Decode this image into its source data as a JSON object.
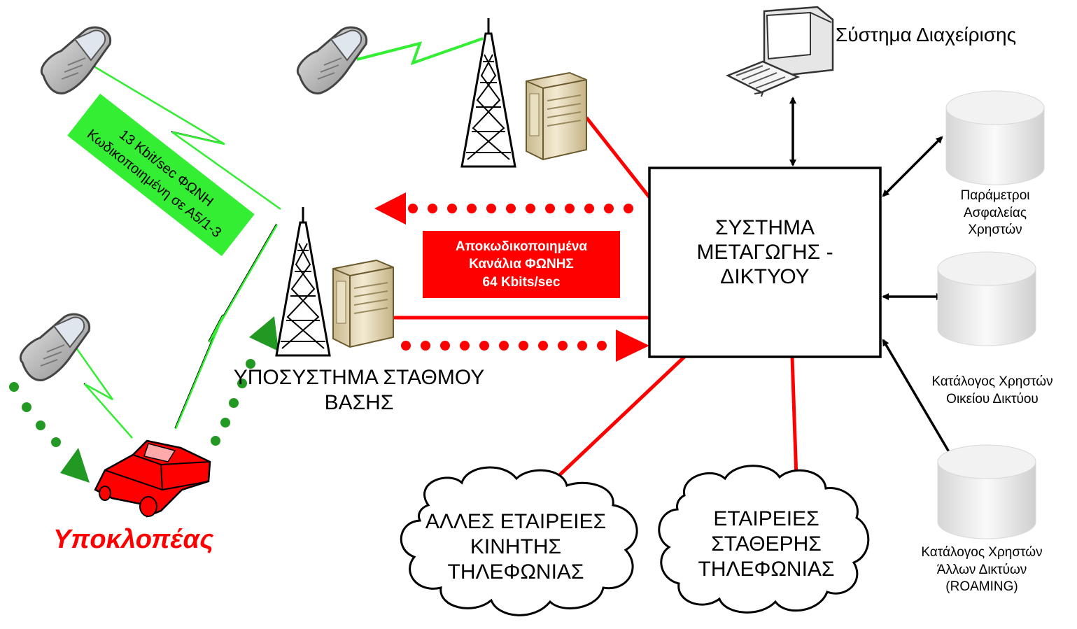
{
  "management_system": {
    "label": "Σύστημα Διαχείρισης"
  },
  "switching_system": {
    "line1": "ΣΥΣΤΗΜΑ",
    "line2": "ΜΕΤΑΓΩΓΗΣ -",
    "line3": "ΔΙΚΤΥΟΥ"
  },
  "base_station": {
    "line1": "ΥΠΟΣΥΣΤΗΜΑ ΣΤΑΘΜΟΥ",
    "line2": "ΒΑΣΗΣ"
  },
  "decoded_channels_box": {
    "line1": "Αποκωδικοποιημένα",
    "line2": "Κανάλια ΦΩΝΗΣ",
    "line3": "64 Kbits/sec",
    "color": "#ff0000"
  },
  "encrypted_voice_box": {
    "line1": "13 Kbit/sec ΦΩΝΗ",
    "line2": "Κωδικοποιημένη σε Α5/1-3",
    "color": "#33ee33"
  },
  "interceptor": {
    "label": "Υποκλοπέας",
    "color": "#ff0000"
  },
  "databases": [
    {
      "line1": "Παράμετροι",
      "line2": "Ασφαλείας",
      "line3": "Χρηστών"
    },
    {
      "line1": "Κατάλογος Χρηστών",
      "line2": "Οικείου Δικτύου",
      "line3": ""
    },
    {
      "line1": "Κατάλογος Χρηστών",
      "line2": "Άλλων Δικτύων",
      "line3": "(ROAMING)"
    }
  ],
  "clouds": [
    {
      "line1": "ΑΛΛΕΣ ΕΤΑΙΡΕΙΕΣ",
      "line2": "ΚΙΝΗΤΗΣ",
      "line3": "ΤΗΛΕΦΩΝΙΑΣ"
    },
    {
      "line1": "ΕΤΑΙΡΕΙΕΣ",
      "line2": "ΣΤΑΘΕΡΗΣ",
      "line3": "ΤΗΛΕΦΩΝΙΑΣ"
    }
  ],
  "colors": {
    "link_red": "#ff0000",
    "radio_green": "#33ee33",
    "dots_green": "#229922"
  }
}
